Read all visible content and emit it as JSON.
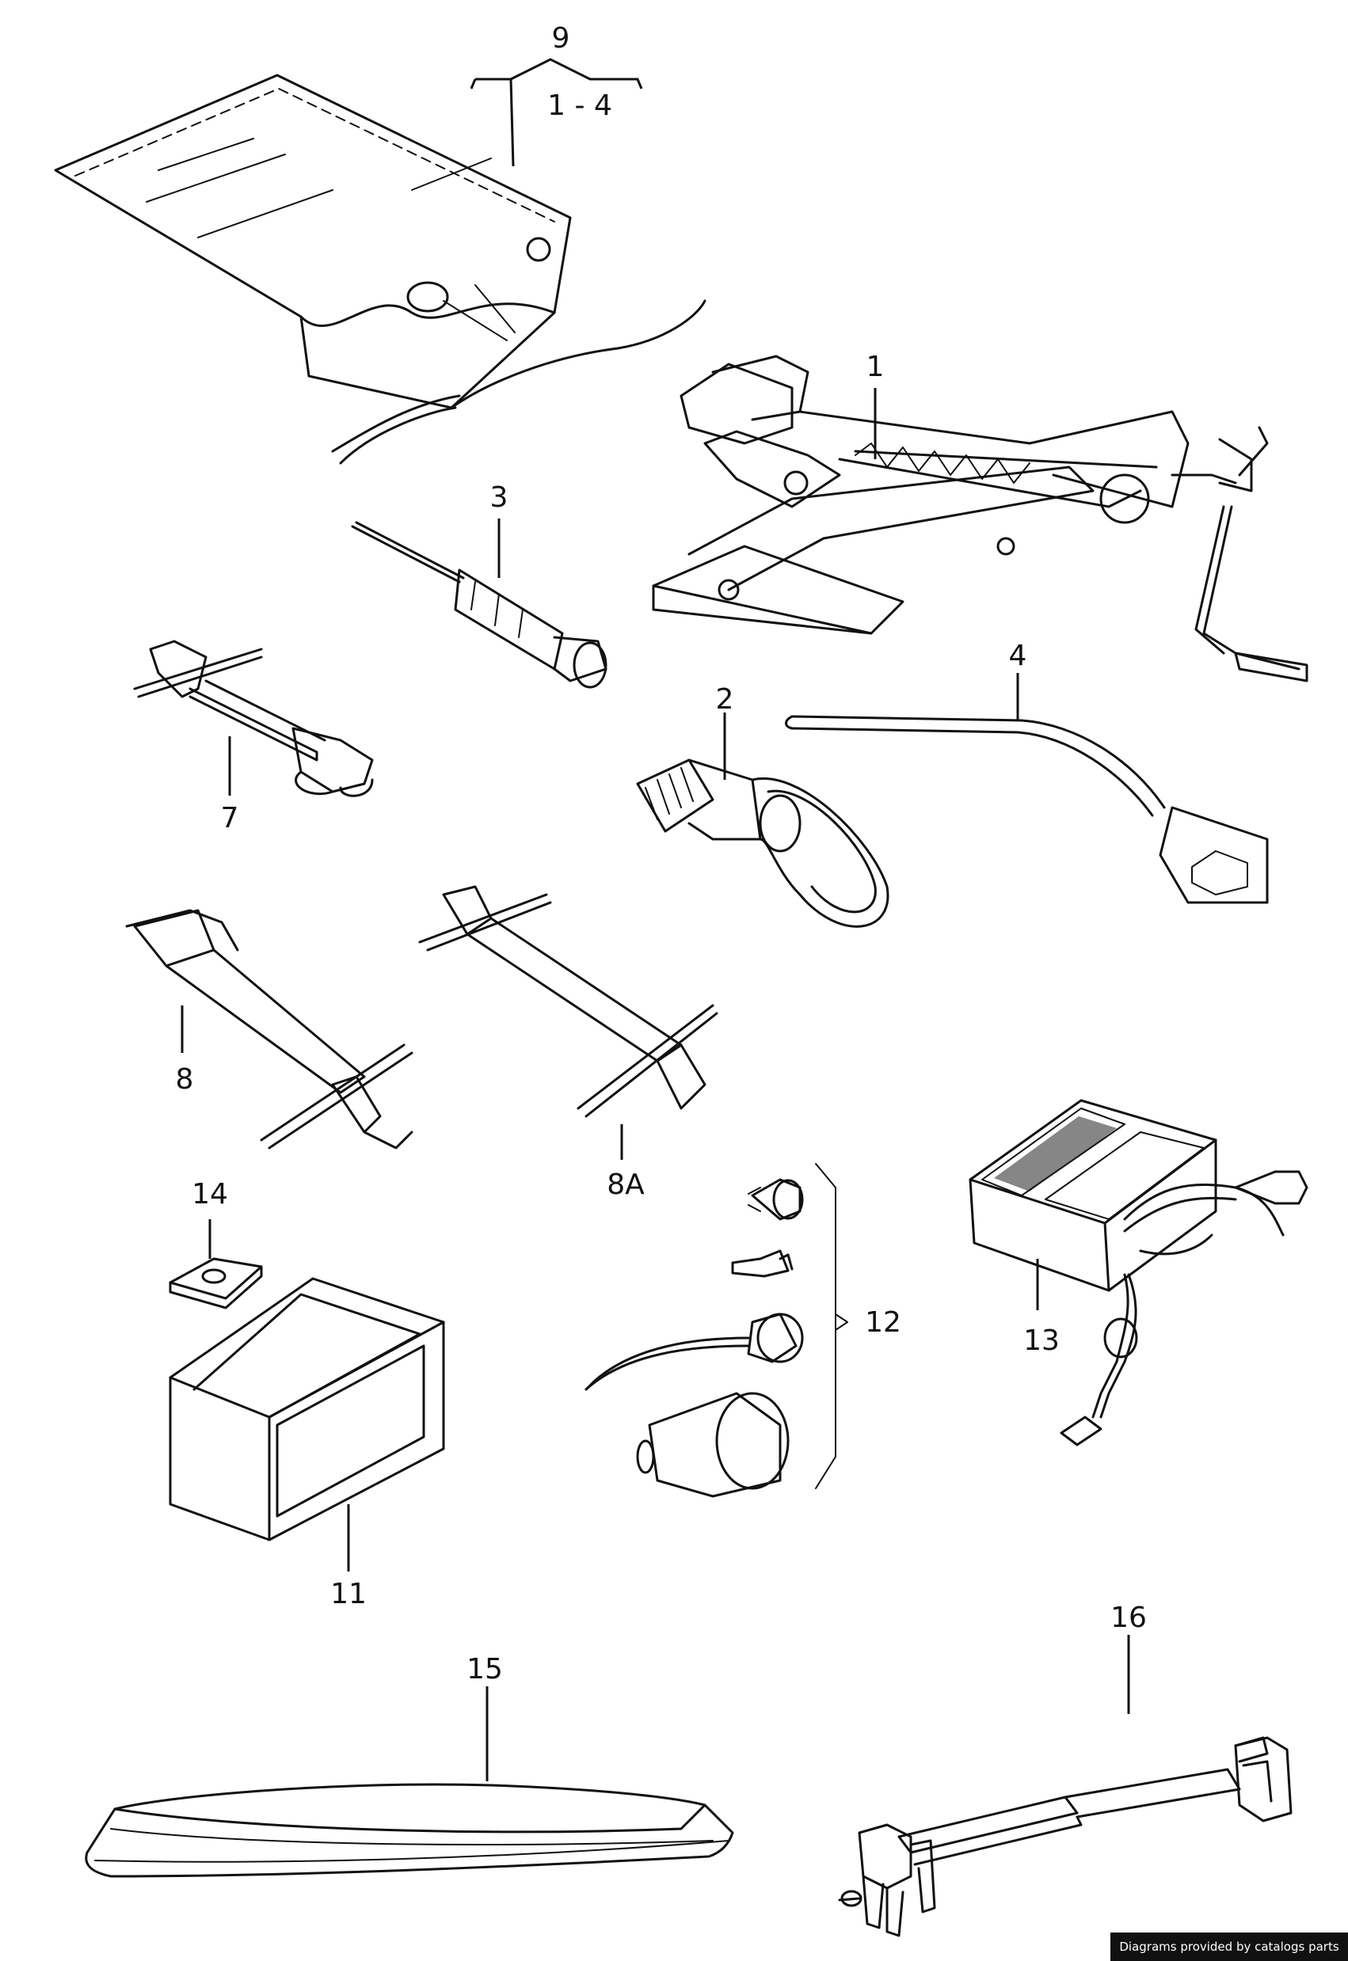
{
  "callouts": {
    "c9": "9",
    "c9_range": "1 - 4",
    "c1": "1",
    "c3": "3",
    "c7": "7",
    "c2": "2",
    "c4": "4",
    "c8": "8",
    "c8a": "8A",
    "c14": "14",
    "c12": "12",
    "c13": "13",
    "c11": "11",
    "c15": "15",
    "c16": "16"
  },
  "footer": {
    "credit": "Diagrams provided by catalogs parts"
  },
  "colors": {
    "line": "#111111",
    "background": "#ffffff",
    "footer_bg": "#111111"
  }
}
